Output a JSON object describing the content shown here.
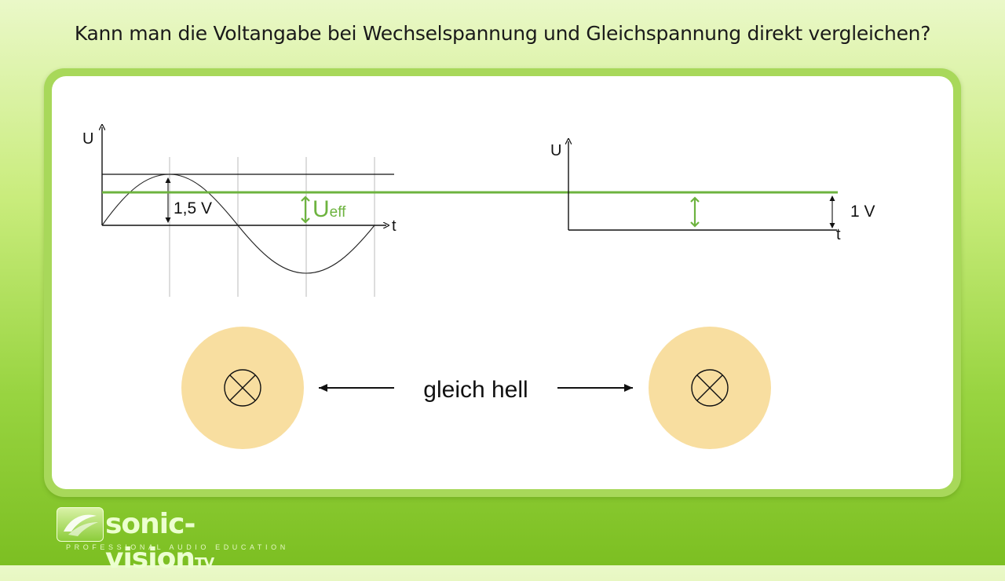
{
  "header": {
    "title": "Kann man die Voltangabe bei Wechselspannung und Gleichspannung direkt vergleichen?"
  },
  "ac_graph": {
    "y_axis_label": "U",
    "x_axis_label": "t",
    "amplitude_label": "1,5 V",
    "effective_label_main": "U",
    "effective_label_sub": "eff"
  },
  "dc_graph": {
    "y_axis_label": "U",
    "x_axis_label": "t",
    "value_label": "1 V"
  },
  "comparison": {
    "text": "gleich hell"
  },
  "logo": {
    "name": "sonic-vision",
    "suffix": "TV",
    "tagline": "PROFESSIONAL AUDIO EDUCATION"
  },
  "colors": {
    "accent_green": "#6db33f",
    "lamp_glow": "#f8dea0",
    "axis": "#111111",
    "gridline": "#bbbbbb"
  },
  "icons": [
    "lamp-symbol-icon",
    "arrow-left-icon",
    "arrow-right-icon",
    "double-arrow-icon",
    "logo-icon"
  ]
}
